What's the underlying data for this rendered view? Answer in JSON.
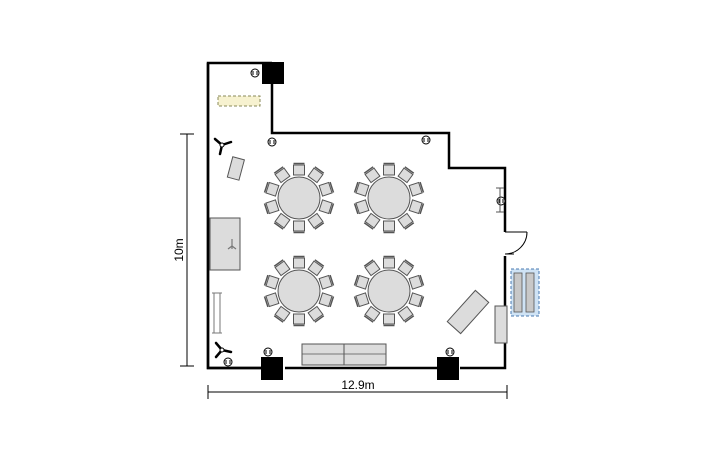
{
  "dimensions": {
    "width_label": "12.9m",
    "height_label": "10m"
  },
  "layout": {
    "round_tables": 4,
    "chairs_per_table": 10
  },
  "colors": {
    "wall": "#000000",
    "furniture_fill": "#dcdcdc",
    "furniture_stroke": "#555555",
    "column": "#000000",
    "projector_screen": "#f7f2d0",
    "door_fill": "#cfe3f5",
    "door_stroke": "#4a78b0"
  },
  "icons": {
    "speaker": "speaker-icon",
    "outlet": "outlet-icon",
    "microphone": "mic-stand-icon",
    "door": "door-icon"
  }
}
